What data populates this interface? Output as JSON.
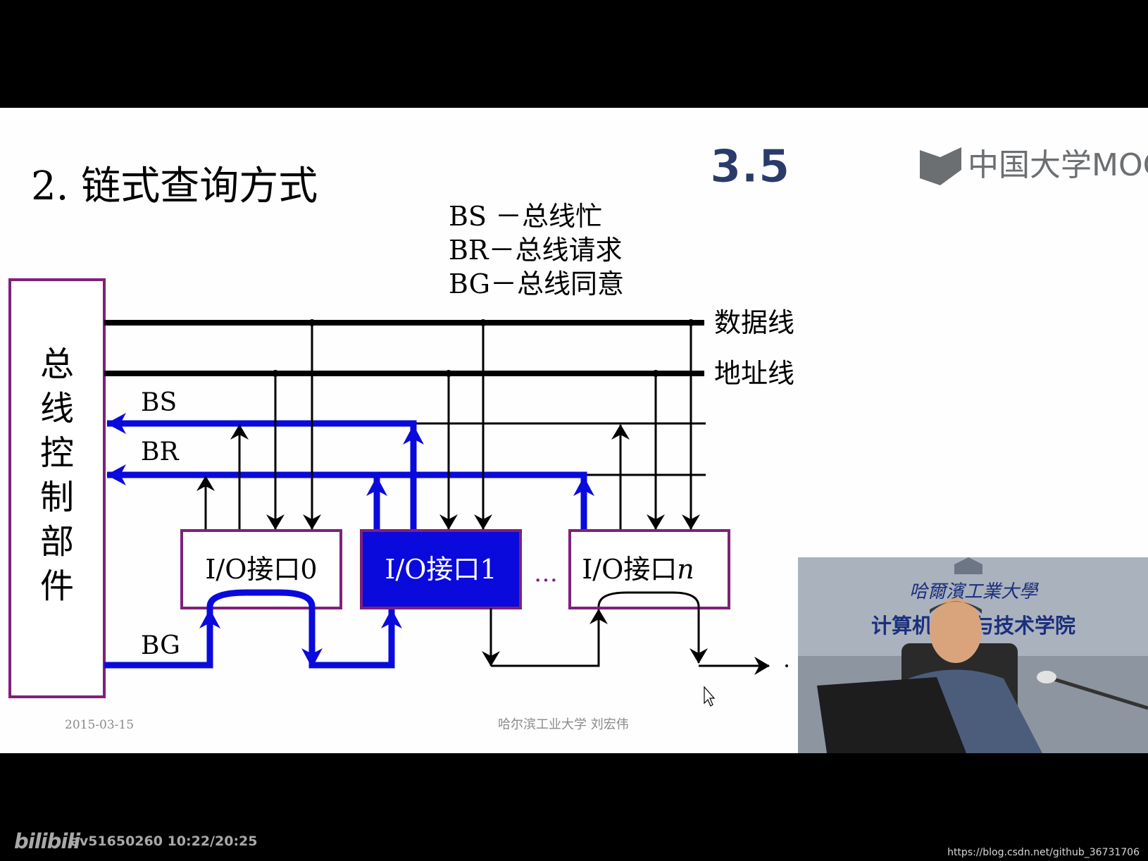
{
  "slide": {
    "title": "2. 链式查询方式",
    "section_number": "3.5",
    "logo_text": "中国大学MOOC",
    "legend": {
      "bs": "BS －总线忙",
      "br": "BR－总线请求",
      "bg": "BG－总线同意"
    },
    "controller_chars": [
      "总",
      "线",
      "控",
      "制",
      "部",
      "件"
    ],
    "bus_labels": {
      "data": "数据线",
      "address": "地址线",
      "bs": "BS",
      "br": "BR",
      "bg": "BG"
    },
    "interfaces": [
      "I/O接口0",
      "I/O接口1",
      "I/O接口"
    ],
    "interface_n_suffix": "n",
    "ellipsis": "…",
    "footer_date": "2015-03-15",
    "footer_author": "哈尔滨工业大学 刘宏伟"
  },
  "video": {
    "banner_school": "哈爾濱工業大學",
    "banner_college": "计算机科学与技术学院"
  },
  "player": {
    "logo": "bilibili",
    "meta": "av51650260 10:22/20:25"
  },
  "watermark": "https://blog.csdn.net/github_36731706",
  "colors": {
    "highlight_blue": "#0a0adc",
    "frame_purple": "#80207a",
    "line_black": "#000000",
    "section_blue": "#2a3a6a"
  }
}
